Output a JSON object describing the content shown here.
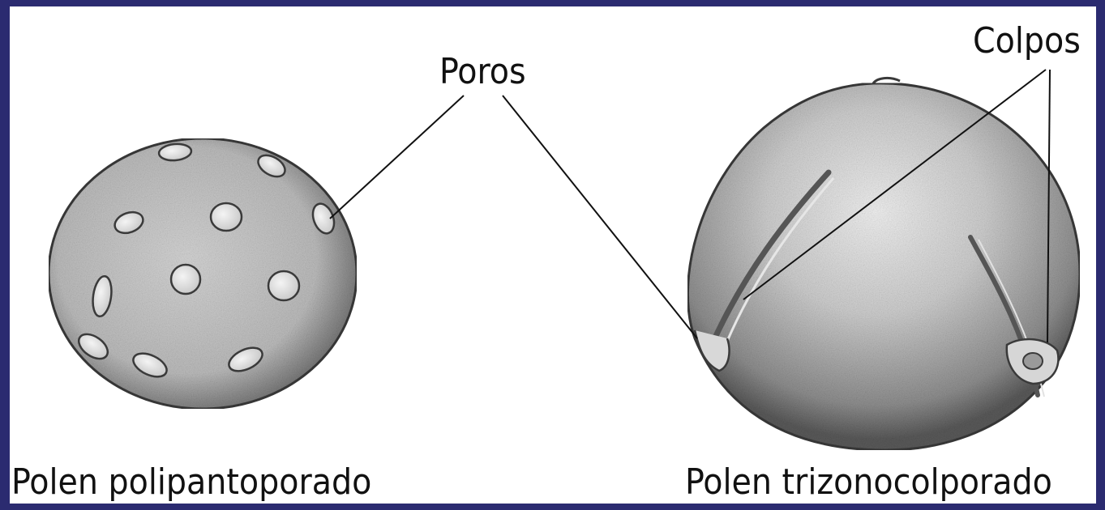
{
  "labels": {
    "pores": "Poros",
    "colpi": "Colpos",
    "left_caption": "Polen polipantoporado",
    "right_caption": "Polen trizonocolporado"
  },
  "colors": {
    "frame": "#2b2b70",
    "panel": "#ffffff",
    "ink": "#111111"
  }
}
